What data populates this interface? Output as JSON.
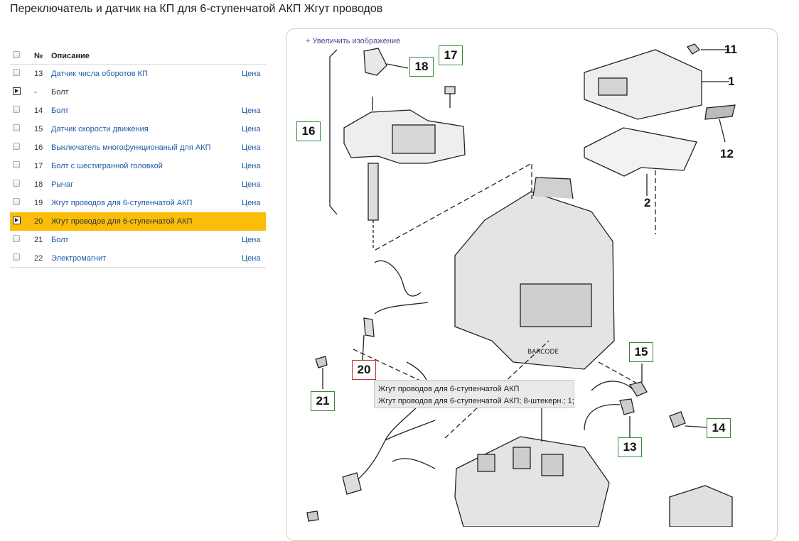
{
  "page": {
    "title": "Переключатель и датчик на КП для 6-ступенчатой АКП Жгут проводов"
  },
  "table": {
    "headers": {
      "num": "№",
      "desc": "Описание"
    },
    "rows": [
      {
        "num": "13",
        "desc": "Датчик числа оборотов КП",
        "price": "Цена",
        "link": true
      },
      {
        "num": "-",
        "desc": "Болт",
        "price": "",
        "link": false,
        "play": true
      },
      {
        "num": "14",
        "desc": "Болт",
        "price": "Цена",
        "link": true
      },
      {
        "num": "15",
        "desc": "Датчик скорости движения",
        "price": "Цена",
        "link": true
      },
      {
        "num": "16",
        "desc": "Выключатель многофункционаный для АКП",
        "price": "Цена",
        "link": true
      },
      {
        "num": "17",
        "desc": "Болт с шестигранной головкой",
        "price": "Цена",
        "link": true
      },
      {
        "num": "18",
        "desc": "Рычаг",
        "price": "Цена",
        "link": true
      },
      {
        "num": "19",
        "desc": "Жгут проводов для 6-ступенчатой АКП",
        "price": "Цена",
        "link": true
      },
      {
        "num": "20",
        "desc": "Жгут проводов для 6-ступенчатой АКП",
        "price": "",
        "link": false,
        "play": true,
        "selected": true
      },
      {
        "num": "21",
        "desc": "Болт",
        "price": "Цена",
        "link": true
      },
      {
        "num": "22",
        "desc": "Электромагнит",
        "price": "Цена",
        "link": true
      }
    ]
  },
  "diagram": {
    "zoom_link": "+ Увеличить изображение",
    "callouts": {
      "c18": "18",
      "c17": "17",
      "c16": "16",
      "c20": "20",
      "c21": "21",
      "c15": "15",
      "c14": "14",
      "c13": "13"
    },
    "labels": {
      "l11": "11",
      "l1": "1",
      "l12": "12",
      "l2": "2"
    },
    "tooltip": {
      "line1": "Жгут проводов для 6-ступенчатой АКП",
      "line2": "Жгут проводов для 6-ступенчатой АКП; 8-штекерн.; 1;"
    }
  }
}
